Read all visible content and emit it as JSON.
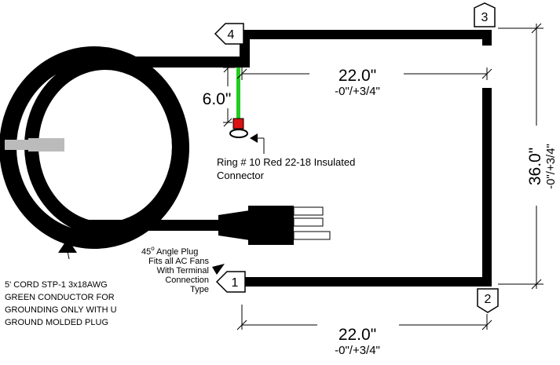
{
  "colors": {
    "background": "#ffffff",
    "cable": "#000000",
    "ground_wire": "#22cc22",
    "ring_terminal": "#dd1111",
    "prong_gray": "#bbbbbb"
  },
  "corner_tags": {
    "tag1": "1",
    "tag2": "2",
    "tag3": "3",
    "tag4": "4"
  },
  "dimensions": {
    "top_length": "22.0\"",
    "top_tolerance": "-0\"/+3/4\"",
    "bottom_length": "22.0\"",
    "bottom_tolerance": "-0\"/+3/4\"",
    "side_length": "36.0\"",
    "side_tolerance": "-0\"/+3/4\"",
    "ground_lead_length": "6.0\""
  },
  "notes": {
    "ring_line1": "Ring # 10 Red 22-18 Insulated",
    "ring_line2": "Connector",
    "plug_angle": "45",
    "plug_degree": "o",
    "plug_angle_suffix": " Angle Plug",
    "plug_line2": "Fits all AC Fans",
    "plug_line3": "With Terminal",
    "plug_line4": "Connection",
    "plug_line5": "Type",
    "cord_line1": "5' CORD STP-1 3x18AWG",
    "cord_line2": "GREEN CONDUCTOR FOR",
    "cord_line3": "GROUNDING ONLY WITH U",
    "cord_line4": "GROUND MOLDED PLUG"
  }
}
